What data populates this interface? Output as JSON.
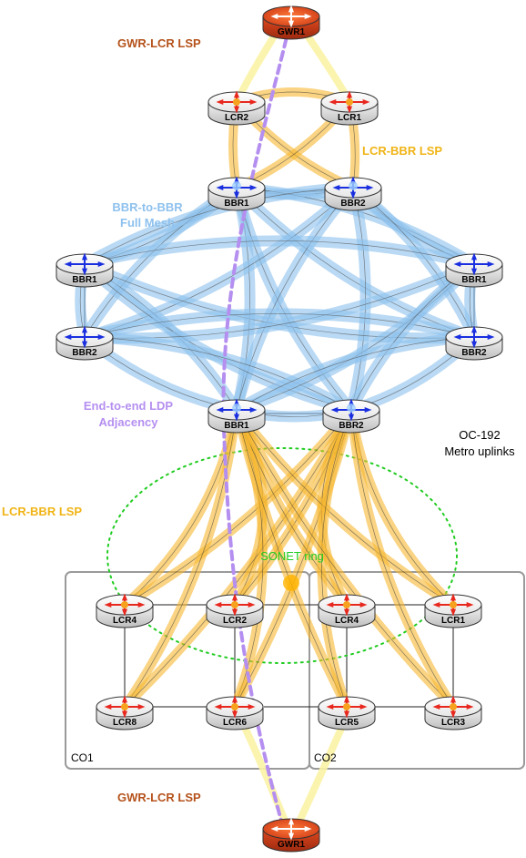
{
  "labels": {
    "gwr_lcr_top": "GWR-LCR LSP",
    "lcr_bbr_top": "LCR-BBR LSP",
    "bbr_mesh_1": "BBR-to-BBR",
    "bbr_mesh_2": "Full Mesh",
    "ldp_1": "End-to-end LDP",
    "ldp_2": "Adjacency",
    "oc192_1": "OC-192",
    "oc192_2": "Metro uplinks",
    "lcr_bbr_left": "LCR-BBR LSP",
    "sonet": "SONET ring",
    "co1": "CO1",
    "co2": "CO2",
    "gwr_lcr_bottom": "GWR-LCR LSP"
  },
  "routers": {
    "gwr1_top": "GWR1",
    "lcr2_top": "LCR2",
    "lcr1_top": "LCR1",
    "bbr1_upper": "BBR1",
    "bbr2_upper": "BBR2",
    "bbr1_left": "BBR1",
    "bbr2_left": "BBR2",
    "bbr1_right": "BBR1",
    "bbr2_right": "BBR2",
    "bbr1_metro": "BBR1",
    "bbr2_metro": "BBR2",
    "lcr4_co1": "LCR4",
    "lcr2_co1": "LCR2",
    "lcr8_co1": "LCR8",
    "lcr6_co1": "LCR6",
    "lcr4_co2": "LCR4",
    "lcr1_co2": "LCR1",
    "lcr5_co2": "LCR5",
    "lcr3_co2": "LCR3",
    "gwr1_bottom": "GWR1"
  },
  "colors": {
    "lsp_orange": "#f7b731",
    "gwr_lsp_yellow": "#fbf3a6",
    "mesh_blue": "#8ec1ee",
    "ldp_purple": "#b58ff0",
    "sonet_green": "#22cc22",
    "label_brown": "#b5521b",
    "label_gold": "#f0b416",
    "arrow_blue": "#1a2fe0",
    "arrow_red": "#e8281e",
    "gwr_body": "#d8401a"
  }
}
